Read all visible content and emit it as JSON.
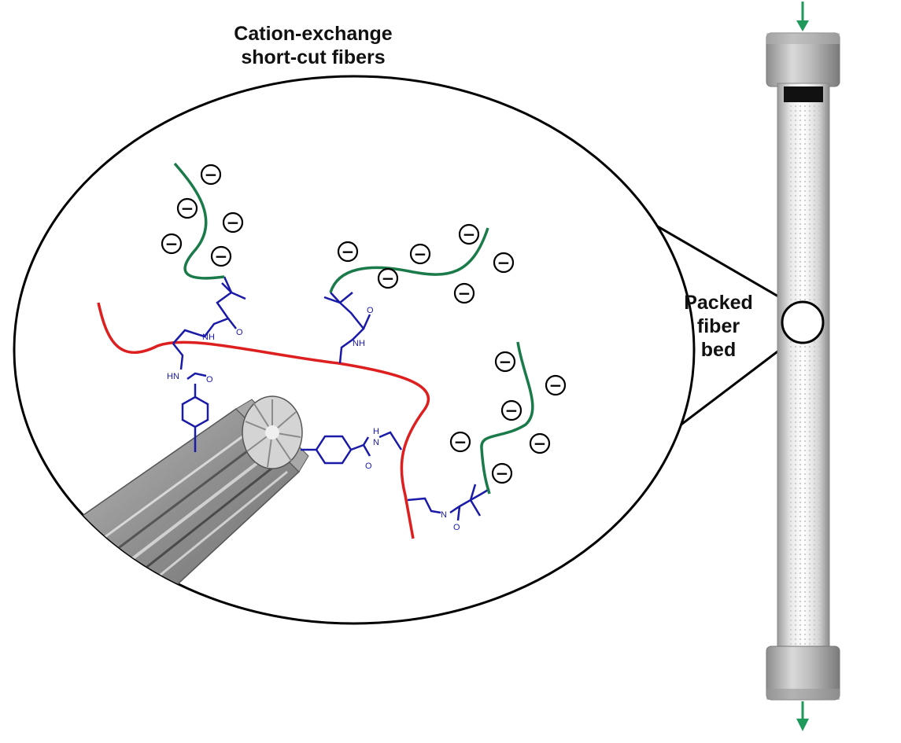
{
  "labels": {
    "fibers_line1": "Cation-exchange",
    "fibers_line2": "short-cut fibers",
    "bed_line1": "Packed",
    "bed_line2": "fiber",
    "bed_line3": "bed",
    "nh": "NH",
    "hn": "HN",
    "n": "N",
    "h": "H",
    "o": "O",
    "charge_symbol": "−"
  },
  "colors": {
    "backbone": "#dd1f1f",
    "linker": "#1a1aa8",
    "polyelectrolyte": "#1b7a4a",
    "flow_arrow": "#1f9a5a",
    "outline": "#000000"
  },
  "icons": [
    "flow-arrow-icon",
    "negative-charge-icon",
    "fiber-bundle-icon",
    "column-icon"
  ]
}
